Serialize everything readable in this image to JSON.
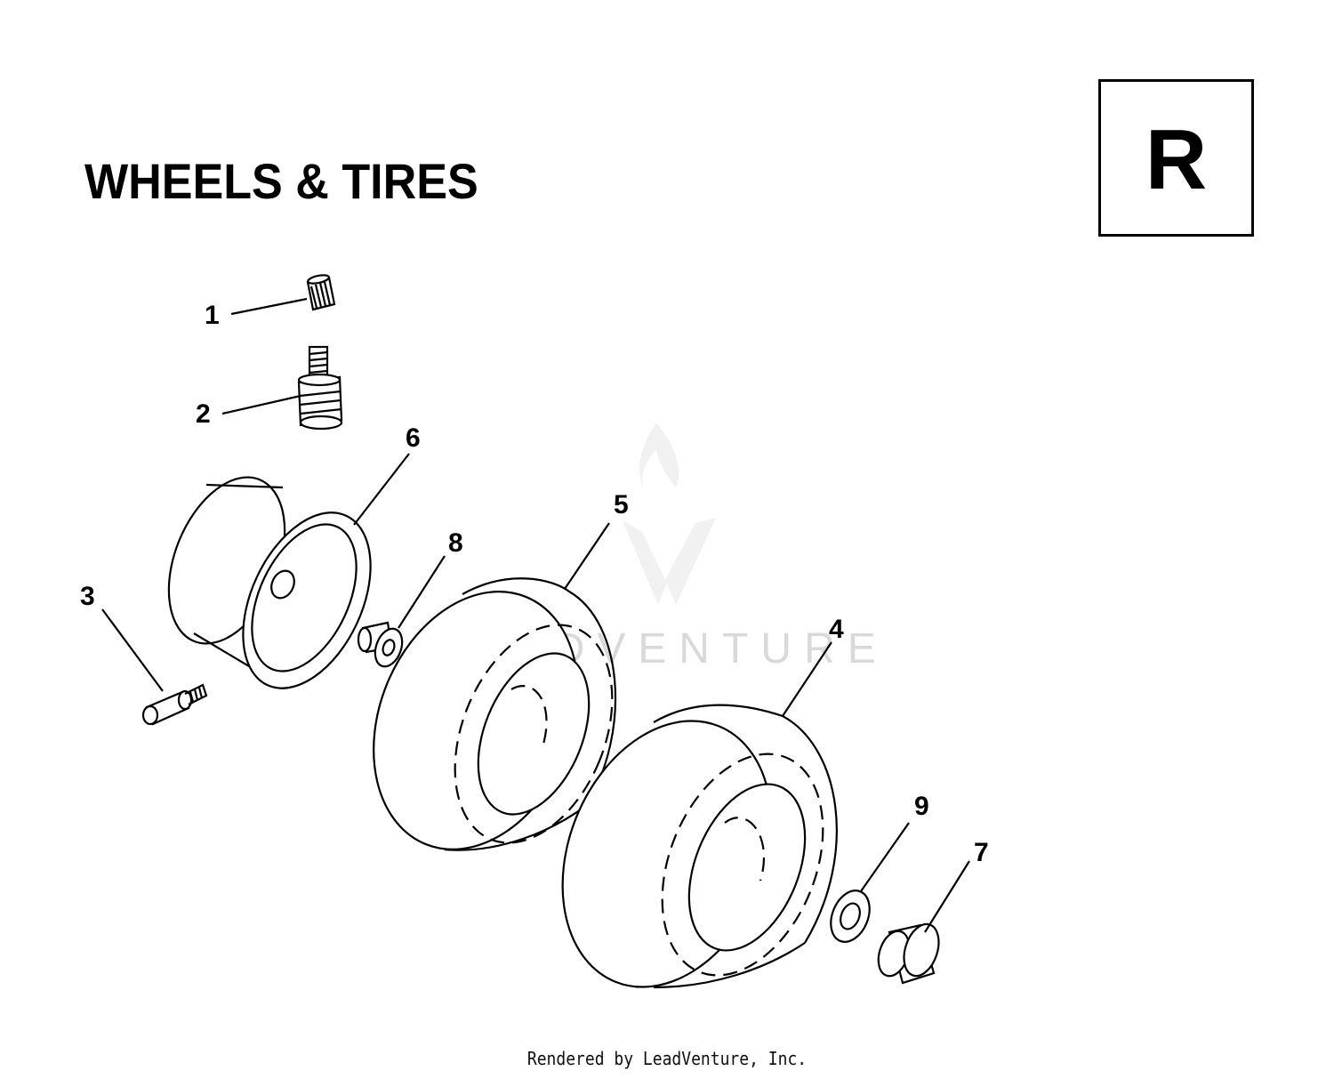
{
  "title": "WHEELS & TIRES",
  "section_letter": "R",
  "watermark": "LEADVENTURE",
  "footer": "Rendered by LeadVenture, Inc.",
  "callouts": {
    "c1": "1",
    "c2": "2",
    "c3": "3",
    "c4": "4",
    "c5": "5",
    "c6": "6",
    "c7": "7",
    "c8": "8",
    "c9": "9"
  }
}
